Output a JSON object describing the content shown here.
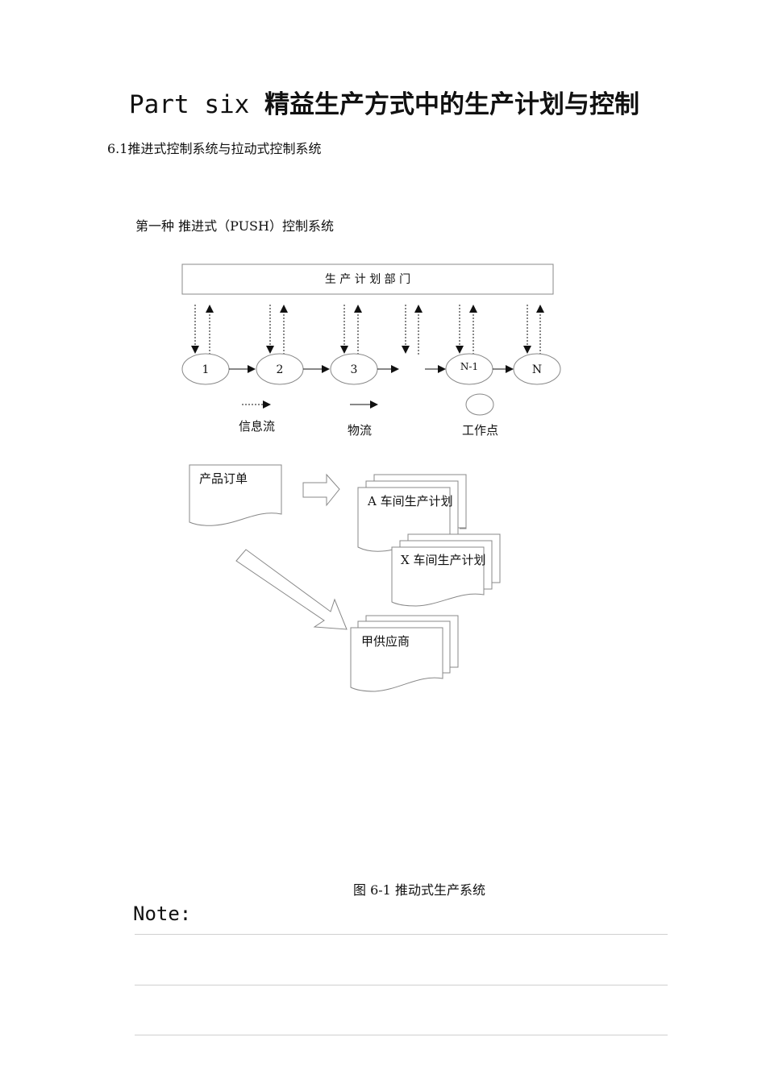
{
  "title": {
    "part": "Part six ",
    "text": "精益生产方式中的生产计划与控制"
  },
  "section_heading": "6.1推进式控制系统与拉动式控制系统",
  "subheading": "第一种 推进式（PUSH）控制系统",
  "diagram": {
    "dept_box_label": "生 产 计 划 部 门",
    "nodes": [
      "1",
      "2",
      "3",
      "N-1",
      "N"
    ],
    "legend": {
      "info_flow": "信息流",
      "material_flow": "物流",
      "work_point": "工作点"
    },
    "docs": {
      "product_order": "产品订单",
      "workshop_a_plan": "A 车间生产计划",
      "workshop_x_plan": "X 车间生产计划",
      "supplier": "甲供应商"
    }
  },
  "caption": "图 6-1 推动式生产系统",
  "note_label": "Note:"
}
